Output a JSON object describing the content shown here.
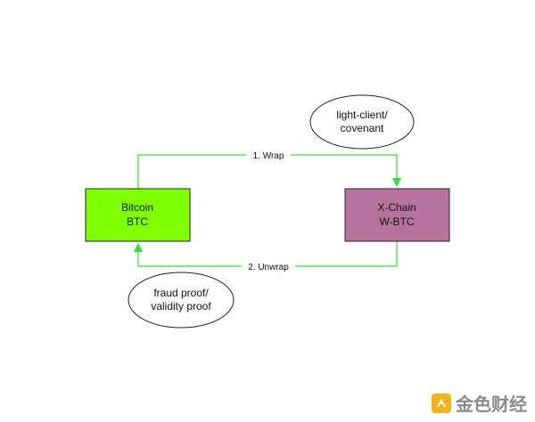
{
  "nodes": {
    "bitcoin": {
      "line1": "Bitcoin",
      "line2": "BTC",
      "fill": "#80ff00"
    },
    "xchain": {
      "line1": "X-Chain",
      "line2": "W-BTC",
      "fill": "#b5739d"
    },
    "light_client": {
      "line1": "light-client/",
      "line2": "covenant"
    },
    "fraud_proof": {
      "line1": "fraud proof/",
      "line2": "validity proof"
    }
  },
  "edges": {
    "wrap": {
      "label": "1. Wrap"
    },
    "unwrap": {
      "label": "2. Unwrap"
    },
    "color": "#33dd33"
  },
  "watermark": {
    "text": "金色财经"
  }
}
